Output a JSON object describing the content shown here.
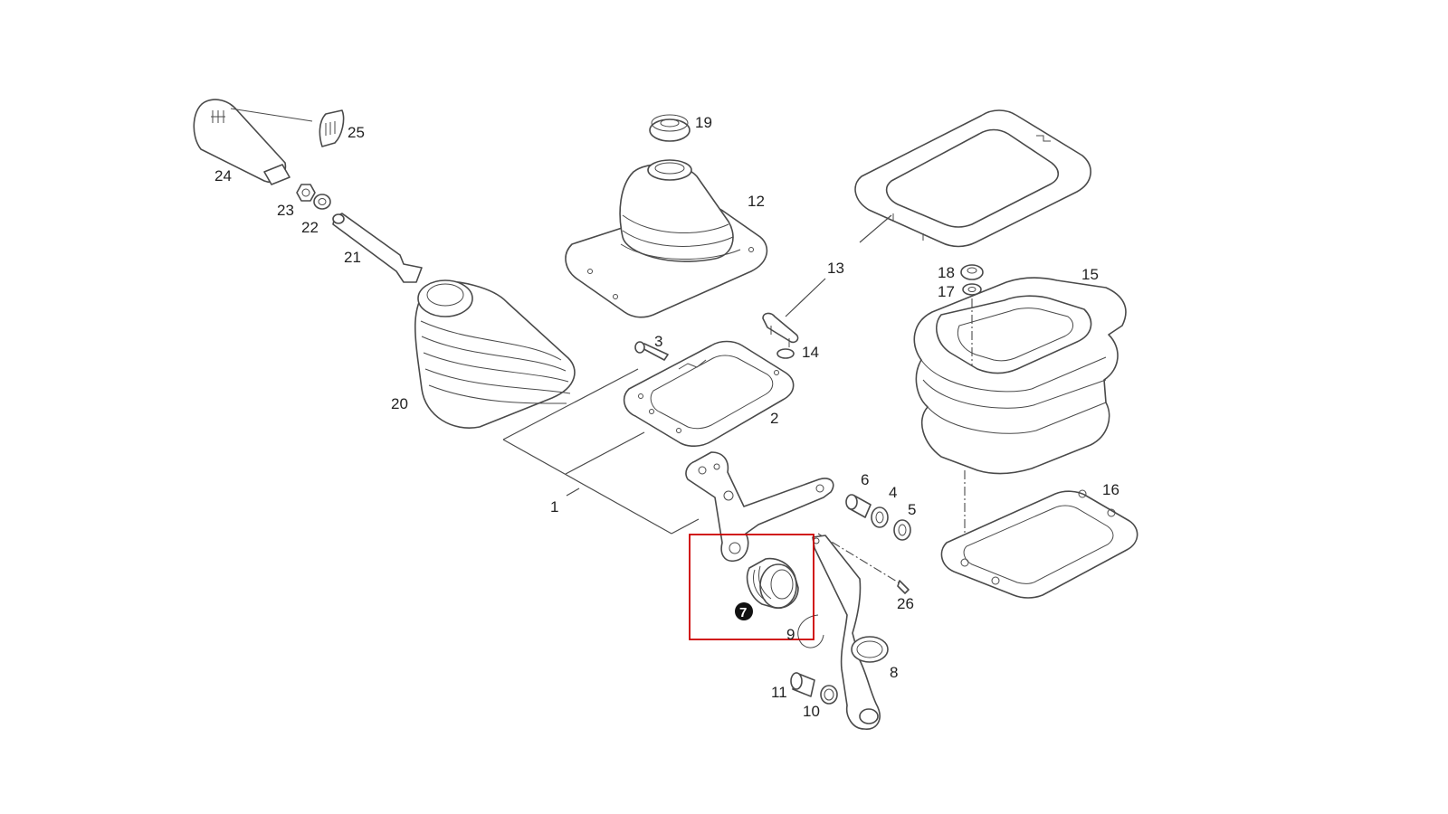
{
  "diagram": {
    "highlight_color": "#cc0000",
    "line_color": "#4a4a4a",
    "highlighted_part": "7",
    "labels": {
      "p1": "1",
      "p2": "2",
      "p3": "3",
      "p4": "4",
      "p5": "5",
      "p6": "6",
      "p7": "7",
      "p8": "8",
      "p9": "9",
      "p10": "10",
      "p11": "11",
      "p12": "12",
      "p13": "13",
      "p14": "14",
      "p15": "15",
      "p16": "16",
      "p17": "17",
      "p18": "18",
      "p19": "19",
      "p20": "20",
      "p21": "21",
      "p22": "22",
      "p23": "23",
      "p24": "24",
      "p25": "25",
      "p26": "26"
    }
  }
}
